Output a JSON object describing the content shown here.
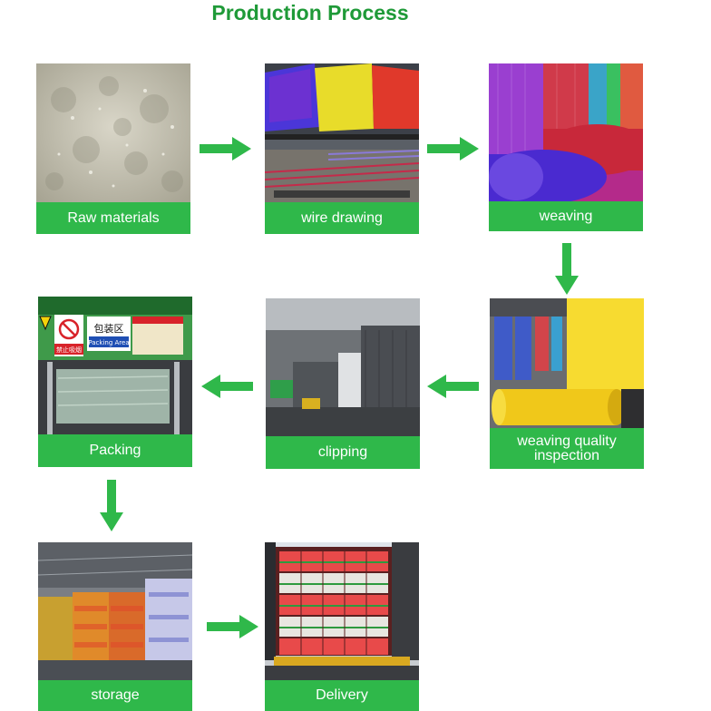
{
  "title": "Production Process",
  "colors": {
    "accent": "#2fb84a",
    "title": "#1f9a38"
  },
  "steps": [
    {
      "label": "Raw materials"
    },
    {
      "label": "wire drawing"
    },
    {
      "label": "weaving"
    },
    {
      "label": "weaving quality inspection"
    },
    {
      "label": "clipping"
    },
    {
      "label": "Packing"
    },
    {
      "label": "storage"
    },
    {
      "label": "Delivery"
    }
  ],
  "packing_photo": {
    "sign_cn": "包装区",
    "sign_en": "Packing Area",
    "warning": "禁止吸烟"
  }
}
